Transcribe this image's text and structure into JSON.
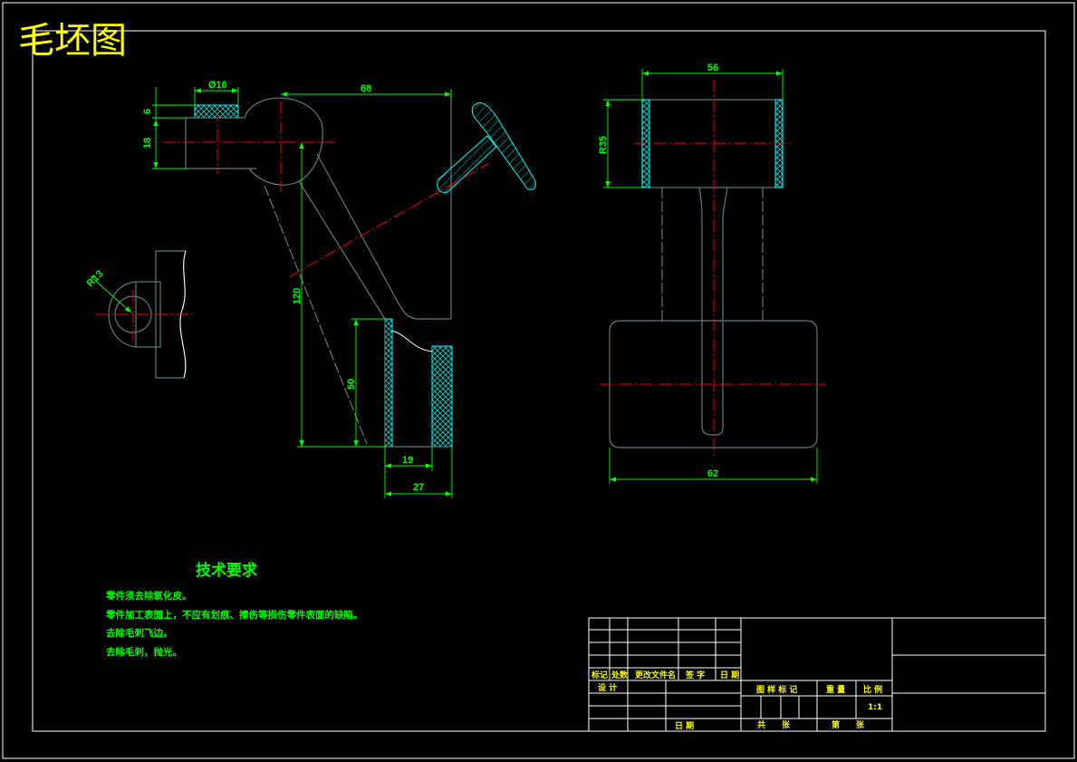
{
  "title": "毛坯图",
  "dimensions": {
    "d_phi16": "Ø16",
    "d_6": "6",
    "d_18": "18",
    "d_68": "68",
    "d_120": "120",
    "d_50": "50",
    "d_19": "19",
    "d_27": "27",
    "d_r13": "R13",
    "d_56": "56",
    "d_r35": "R35",
    "d_62": "62"
  },
  "requirements": {
    "heading": "技术要求",
    "lines": [
      "零件须去除氧化皮。",
      "零件加工表面上，不应有划痕、擦伤等损伤零件表面的缺陷。",
      "去除毛刺飞边。",
      "去除毛刺，抛光。"
    ]
  },
  "title_block": {
    "mark": "标记",
    "count": "处数",
    "change_doc": "更改文件名",
    "signature": "签 字",
    "date": "日 期",
    "design": "设 计",
    "date2": "日 期",
    "stage_mark": "图 样 标 记",
    "weight": "重 量",
    "scale": "比 例",
    "scale_value": "1:1",
    "total": "共　　张",
    "sheet": "第　　张"
  },
  "colors": {
    "background": "#000000",
    "frame": "#ffffff",
    "title": "#ffff00",
    "dimension": "#00ff00",
    "centerline": "#ff0000",
    "part_outline": "#5b7d7f",
    "hatch": "#00ffff"
  }
}
